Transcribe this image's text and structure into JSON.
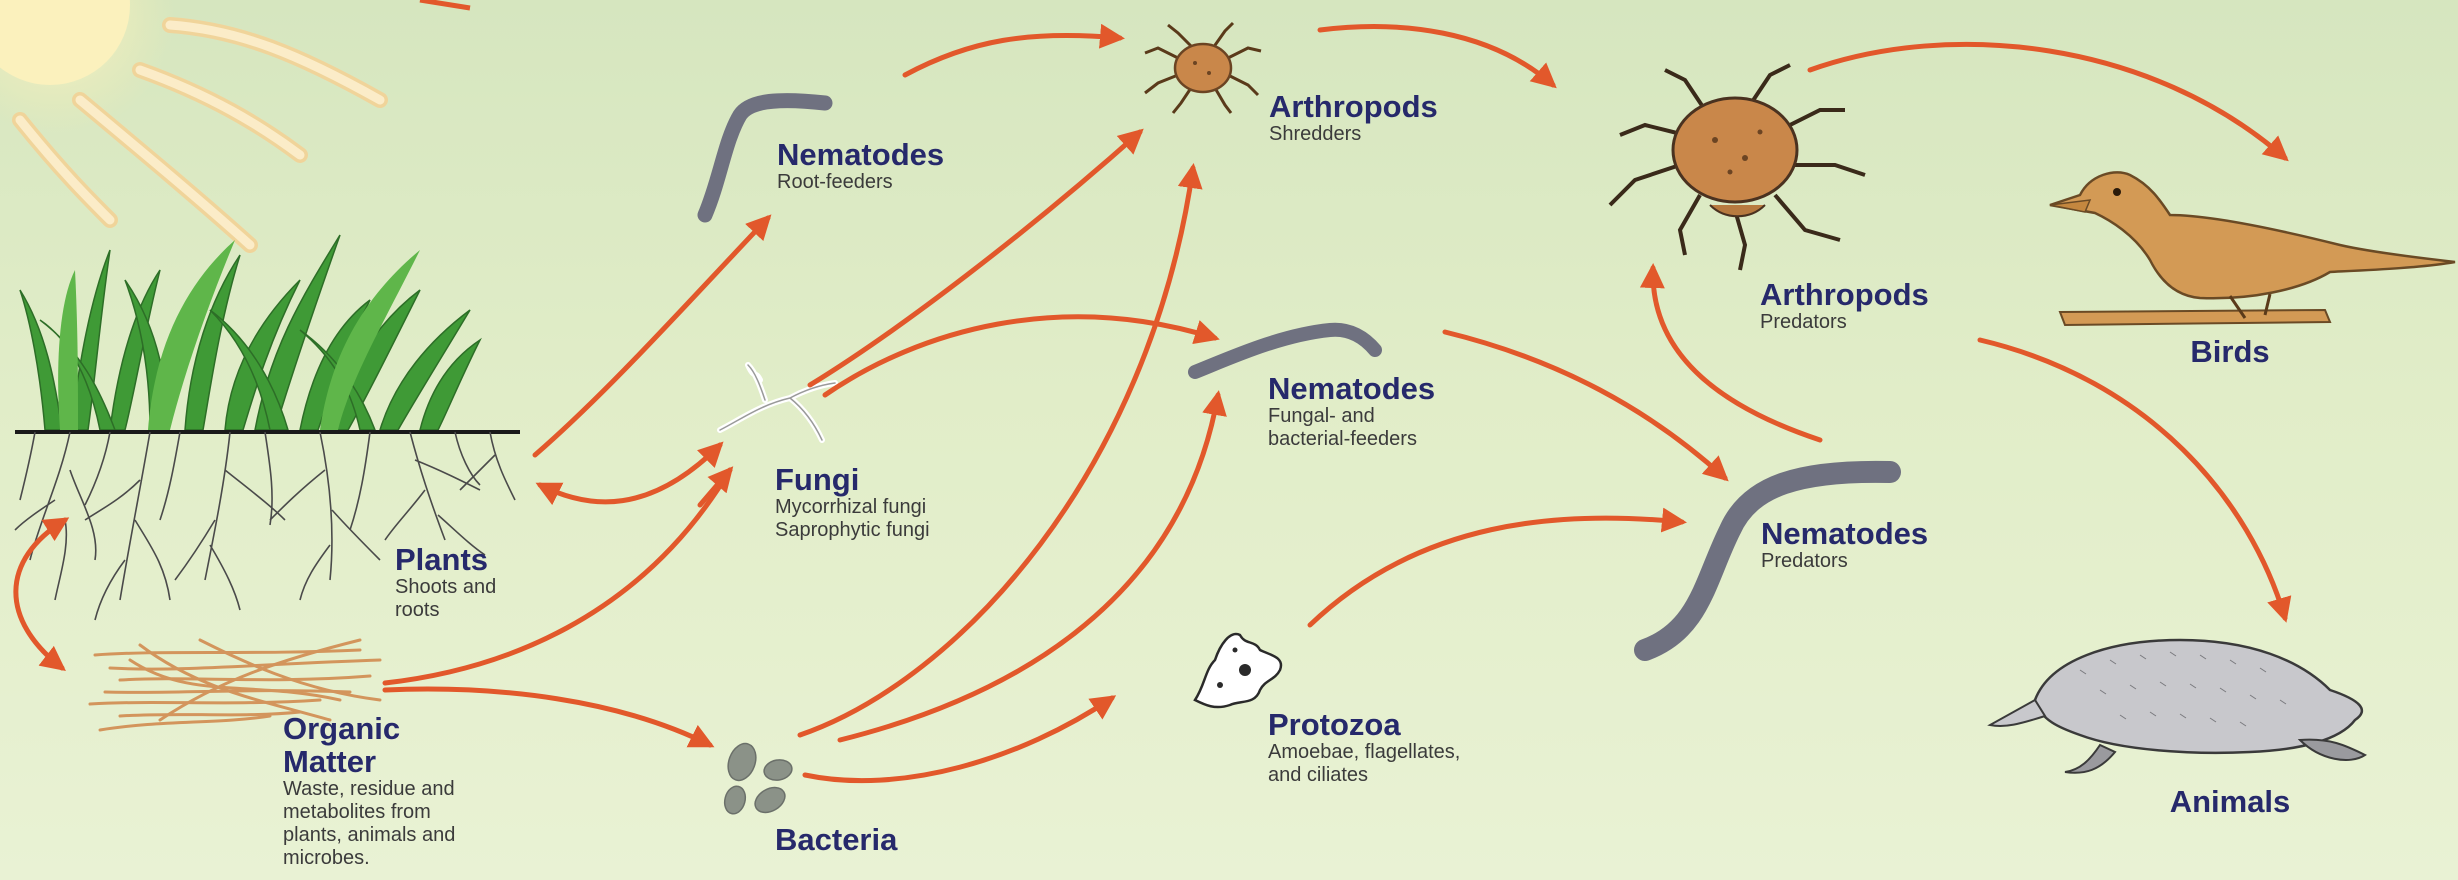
{
  "nodes": {
    "plants": {
      "title": "Plants",
      "sub": [
        "Shoots and",
        "roots"
      ]
    },
    "organic": {
      "title": [
        "Organic",
        "Matter"
      ],
      "sub": [
        "Waste, residue and",
        "metabolites from",
        "plants, animals and",
        "microbes."
      ]
    },
    "nem_root": {
      "title": "Nematodes",
      "sub": [
        "Root-feeders"
      ]
    },
    "fungi": {
      "title": "Fungi",
      "sub": [
        "Mycorrhizal fungi",
        "Saprophytic fungi"
      ]
    },
    "bacteria": {
      "title": "Bacteria"
    },
    "arth_shred": {
      "title": "Arthropods",
      "sub": [
        "Shredders"
      ]
    },
    "nem_fung": {
      "title": "Nematodes",
      "sub": [
        "Fungal- and",
        "bacterial-feeders"
      ]
    },
    "protozoa": {
      "title": "Protozoa",
      "sub": [
        "Amoebae, flagellates,",
        "and ciliates"
      ]
    },
    "arth_pred": {
      "title": "Arthropods",
      "sub": [
        "Predators"
      ]
    },
    "nem_pred": {
      "title": "Nematodes",
      "sub": [
        "Predators"
      ]
    },
    "birds": {
      "title": "Birds"
    },
    "animals": {
      "title": "Animals"
    }
  },
  "colors": {
    "arrow": "#e2582b",
    "title": "#26296b",
    "worm": "#6f7180",
    "arthropod": "#c9874a",
    "bird": "#d39a55",
    "sunrays": "#f7dca0",
    "grass": "#3f9a36"
  },
  "icons": [
    "sun-icon",
    "grass-roots-icon",
    "organic-litter-icon",
    "worm-icon",
    "fungi-hyphae-icon",
    "bacteria-icon",
    "mite-icon",
    "protozoa-icon",
    "bird-icon",
    "mole-icon"
  ]
}
